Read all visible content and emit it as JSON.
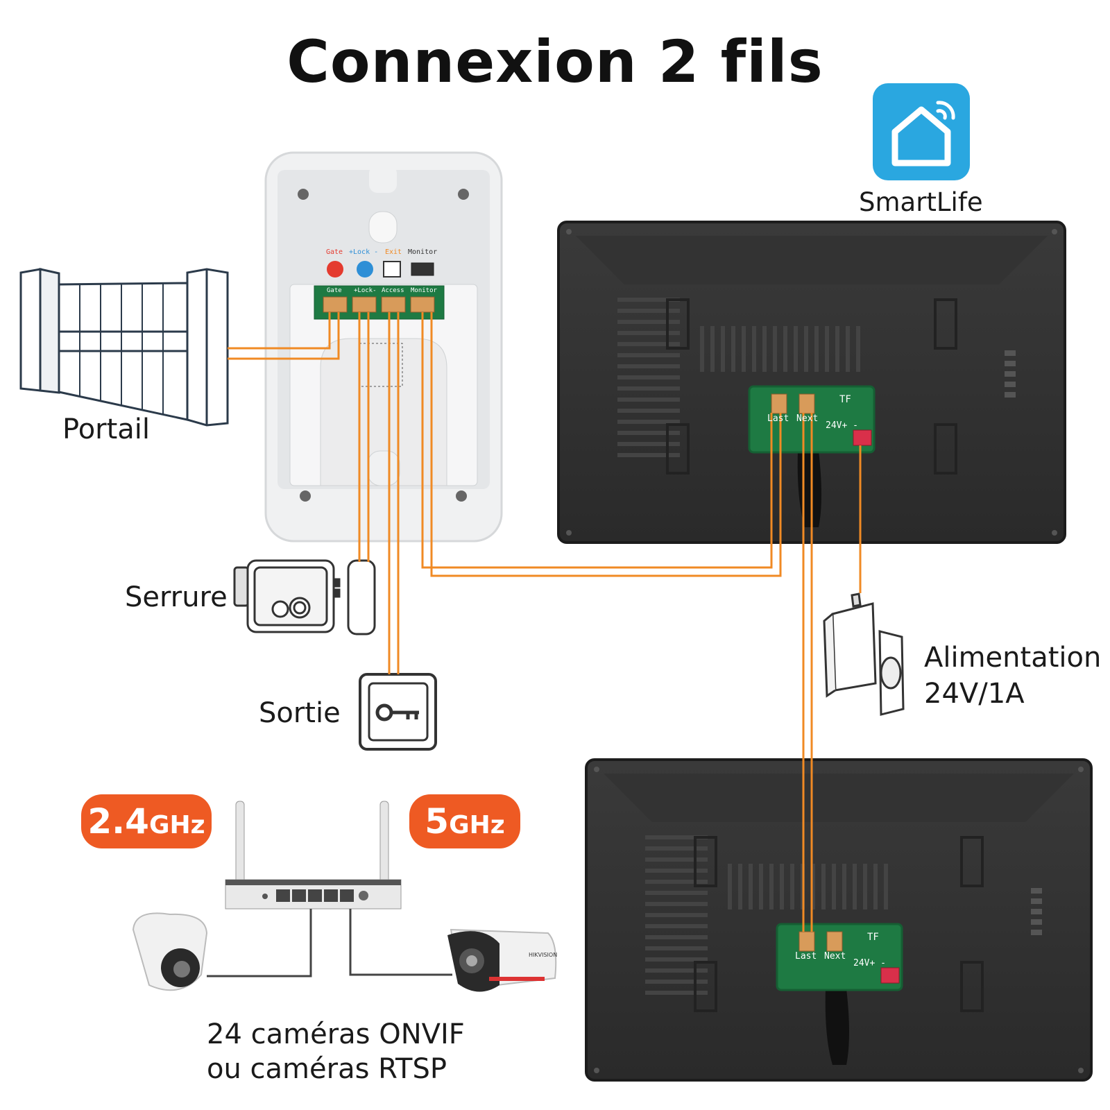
{
  "title": "Connexion 2 fils",
  "app": {
    "name": "SmartLife",
    "color": "#2aa7e0",
    "icon": "smart-home-icon"
  },
  "labels": {
    "gate": "Portail",
    "lock": "Serrure",
    "exit": "Sortie",
    "power_line1": "Alimentation",
    "power_line2": "24V/1A",
    "cameras_line1": "24 caméras ONVIF",
    "cameras_line2": "ou caméras RTSP"
  },
  "wifi": {
    "band1_num": "2.4",
    "band1_unit": "GHz",
    "band2_num": "5",
    "band2_unit": "GHz",
    "color": "#ee5a23"
  },
  "outdoor_station": {
    "icon_labels": [
      "Gate",
      "+Lock -",
      "Exit",
      "Monitor"
    ],
    "terminal_labels": [
      "Gate",
      "+Lock-",
      "Access",
      "Monitor"
    ]
  },
  "monitor_board": {
    "tf": "TF",
    "last": "Last",
    "next": "Next",
    "power": "24V+ -"
  },
  "wire_color": "#f08a24",
  "camera_brand": "HIKVISION"
}
